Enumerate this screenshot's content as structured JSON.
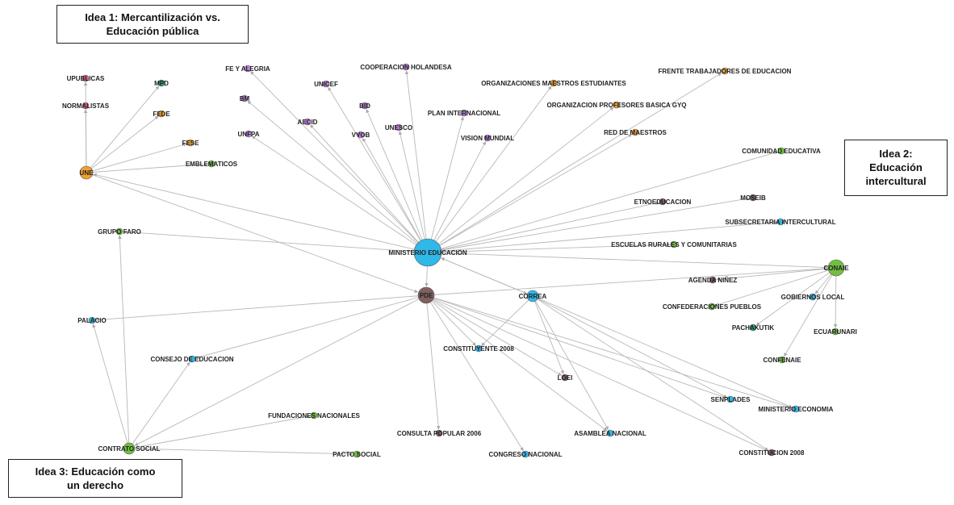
{
  "idea_boxes": {
    "idea1": {
      "line1": "Idea 1: Mercantilización vs.",
      "line2": "Educación pública"
    },
    "idea2": {
      "line1": "Idea 2:",
      "line2": "Educación",
      "line3": "intercultural"
    },
    "idea3": {
      "line1": "Idea 3: Educación como",
      "line2": "un derecho"
    }
  },
  "colors": {
    "orange": "#f0a030",
    "purple": "#c080e0",
    "green": "#70c040",
    "cyan": "#30b8e8",
    "brown": "#806060",
    "teal": "#30a080",
    "pink": "#e06090",
    "edge": "#b8b8b8"
  },
  "nodes": [
    {
      "id": "ministerio",
      "label": "MINISTERIO EDUCACION",
      "color": "cyan",
      "size": 17
    },
    {
      "id": "pde",
      "label": "PDE",
      "color": "brown",
      "size": 10
    },
    {
      "id": "correa",
      "label": "CORREA",
      "color": "cyan",
      "size": 7
    },
    {
      "id": "une",
      "label": "UNE",
      "color": "orange",
      "size": 8
    },
    {
      "id": "conaie",
      "label": "CONAIE",
      "color": "green",
      "size": 10
    },
    {
      "id": "contrato",
      "label": "CONTRATO SOCIAL",
      "color": "green",
      "size": 7
    },
    {
      "id": "upublicas",
      "label": "UPUBLICAS",
      "color": "pink",
      "size": 4
    },
    {
      "id": "mpd",
      "label": "MPD",
      "color": "teal",
      "size": 4
    },
    {
      "id": "normalistas",
      "label": "NORMALISTAS",
      "color": "pink",
      "size": 4
    },
    {
      "id": "fede",
      "label": "FEDE",
      "color": "orange",
      "size": 4
    },
    {
      "id": "fese",
      "label": "FESE",
      "color": "orange",
      "size": 4
    },
    {
      "id": "emblematicos",
      "label": "EMBLEMATICOS",
      "color": "green",
      "size": 4
    },
    {
      "id": "fealegria",
      "label": "FE Y ALEGRIA",
      "color": "purple",
      "size": 4
    },
    {
      "id": "bm",
      "label": "BM",
      "color": "purple",
      "size": 4
    },
    {
      "id": "unicef",
      "label": "UNICEF",
      "color": "purple",
      "size": 4
    },
    {
      "id": "cooperacion",
      "label": "COOPERACION HOLANDESA",
      "color": "purple",
      "size": 4
    },
    {
      "id": "aecid",
      "label": "AECID",
      "color": "purple",
      "size": 4
    },
    {
      "id": "bid",
      "label": "BID",
      "color": "purple",
      "size": 4
    },
    {
      "id": "unfpa",
      "label": "UNFPA",
      "color": "purple",
      "size": 4
    },
    {
      "id": "vvob",
      "label": "VVOB",
      "color": "purple",
      "size": 4
    },
    {
      "id": "unesco",
      "label": "UNESCO",
      "color": "purple",
      "size": 4
    },
    {
      "id": "planint",
      "label": "PLAN INTERNACIONAL",
      "color": "purple",
      "size": 4
    },
    {
      "id": "vision",
      "label": "VISION MUNDIAL",
      "color": "purple",
      "size": 4
    },
    {
      "id": "orgmaestros",
      "label": "ORGANIZACIONES MAESTROS ESTUDIANTES",
      "color": "orange",
      "size": 4
    },
    {
      "id": "orgprofes",
      "label": "ORGANIZACION PROFESORES BASICA GYQ",
      "color": "orange",
      "size": 4
    },
    {
      "id": "redmaestros",
      "label": "RED DE MAESTROS",
      "color": "orange",
      "size": 4
    },
    {
      "id": "frente",
      "label": "FRENTE TRABAJADORES DE EDUCACION",
      "color": "orange",
      "size": 4
    },
    {
      "id": "comunidad",
      "label": "COMUNIDAD EDUCATIVA",
      "color": "green",
      "size": 4
    },
    {
      "id": "etno",
      "label": "ETNOEDUCACION",
      "color": "brown",
      "size": 4
    },
    {
      "id": "moseib",
      "label": "MOSEIB",
      "color": "brown",
      "size": 4
    },
    {
      "id": "subsecretaria",
      "label": "SUBSECRETARIA INTERCULTURAL",
      "color": "cyan",
      "size": 4
    },
    {
      "id": "escuelas",
      "label": "ESCUELAS RURALES Y COMUNITARIAS",
      "color": "green",
      "size": 4
    },
    {
      "id": "agenda",
      "label": "AGENDA NIÑEZ",
      "color": "brown",
      "size": 4
    },
    {
      "id": "confed",
      "label": "CONFEDERACIONES PUEBLOS",
      "color": "green",
      "size": 4
    },
    {
      "id": "gobiernos",
      "label": "GOBIERNOS LOCAL",
      "color": "cyan",
      "size": 4
    },
    {
      "id": "pachakutik",
      "label": "PACHAKUTIK",
      "color": "teal",
      "size": 4
    },
    {
      "id": "ecuarunari",
      "label": "ECUARUNARI",
      "color": "green",
      "size": 4
    },
    {
      "id": "confenaie",
      "label": "CONFENAIE",
      "color": "green",
      "size": 4
    },
    {
      "id": "grupofaro",
      "label": "GRUPO FARO",
      "color": "green",
      "size": 4
    },
    {
      "id": "palacio",
      "label": "PALACIO",
      "color": "cyan",
      "size": 4
    },
    {
      "id": "consejo",
      "label": "CONSEJO DE EDUCACION",
      "color": "cyan",
      "size": 4
    },
    {
      "id": "constituyente",
      "label": "CONSTITUYENTE 2008",
      "color": "cyan",
      "size": 4
    },
    {
      "id": "loei",
      "label": "LOEI",
      "color": "brown",
      "size": 4
    },
    {
      "id": "senplades",
      "label": "SENPLADES",
      "color": "cyan",
      "size": 4
    },
    {
      "id": "minecon",
      "label": "MINISTERIO ECONOMIA",
      "color": "cyan",
      "size": 4
    },
    {
      "id": "fundaciones",
      "label": "FUNDACIONES NACIONALES",
      "color": "green",
      "size": 4
    },
    {
      "id": "consulta",
      "label": "CONSULTA POPULAR 2006",
      "color": "brown",
      "size": 4
    },
    {
      "id": "asamblea",
      "label": "ASAMBLEA NACIONAL",
      "color": "cyan",
      "size": 4
    },
    {
      "id": "pacto",
      "label": "PACTO SOCIAL",
      "color": "green",
      "size": 4
    },
    {
      "id": "congreso",
      "label": "CONGRESO NACIONAL",
      "color": "cyan",
      "size": 4
    },
    {
      "id": "constitucion",
      "label": "CONSTITUCION 2008",
      "color": "brown",
      "size": 4
    }
  ],
  "edges": [
    [
      "ministerio",
      "une"
    ],
    [
      "ministerio",
      "fealegria"
    ],
    [
      "ministerio",
      "bm"
    ],
    [
      "ministerio",
      "unicef"
    ],
    [
      "ministerio",
      "cooperacion"
    ],
    [
      "ministerio",
      "aecid"
    ],
    [
      "ministerio",
      "bid"
    ],
    [
      "ministerio",
      "unfpa"
    ],
    [
      "ministerio",
      "vvob"
    ],
    [
      "ministerio",
      "unesco"
    ],
    [
      "ministerio",
      "planint"
    ],
    [
      "ministerio",
      "vision"
    ],
    [
      "ministerio",
      "orgmaestros"
    ],
    [
      "ministerio",
      "orgprofes"
    ],
    [
      "ministerio",
      "redmaestros"
    ],
    [
      "ministerio",
      "frente"
    ],
    [
      "ministerio",
      "comunidad"
    ],
    [
      "ministerio",
      "etno"
    ],
    [
      "ministerio",
      "moseib"
    ],
    [
      "ministerio",
      "subsecretaria"
    ],
    [
      "ministerio",
      "escuelas"
    ],
    [
      "ministerio",
      "conaie"
    ],
    [
      "ministerio",
      "grupofaro"
    ],
    [
      "ministerio",
      "pde"
    ],
    [
      "ministerio",
      "correa"
    ],
    [
      "une",
      "upublicas"
    ],
    [
      "une",
      "mpd"
    ],
    [
      "une",
      "normalistas"
    ],
    [
      "une",
      "fede"
    ],
    [
      "une",
      "fese"
    ],
    [
      "une",
      "emblematicos"
    ],
    [
      "une",
      "pde"
    ],
    [
      "pde",
      "conaie"
    ],
    [
      "pde",
      "palacio"
    ],
    [
      "pde",
      "contrato"
    ],
    [
      "pde",
      "consejo"
    ],
    [
      "pde",
      "constituyente"
    ],
    [
      "pde",
      "loei"
    ],
    [
      "pde",
      "consulta"
    ],
    [
      "pde",
      "asamblea"
    ],
    [
      "pde",
      "congreso"
    ],
    [
      "pde",
      "constitucion"
    ],
    [
      "pde",
      "senplades"
    ],
    [
      "pde",
      "minecon"
    ],
    [
      "correa",
      "constituyente"
    ],
    [
      "correa",
      "loei"
    ],
    [
      "correa",
      "asamblea"
    ],
    [
      "correa",
      "senplades"
    ],
    [
      "correa",
      "constitucion"
    ],
    [
      "correa",
      "minecon"
    ],
    [
      "correa",
      "ministerio"
    ],
    [
      "conaie",
      "agenda"
    ],
    [
      "conaie",
      "confed"
    ],
    [
      "conaie",
      "gobiernos"
    ],
    [
      "conaie",
      "pachakutik"
    ],
    [
      "conaie",
      "ecuarunari"
    ],
    [
      "conaie",
      "confenaie"
    ],
    [
      "contrato",
      "grupofaro"
    ],
    [
      "contrato",
      "palacio"
    ],
    [
      "contrato",
      "consejo"
    ],
    [
      "contrato",
      "fundaciones"
    ],
    [
      "contrato",
      "pacto"
    ]
  ]
}
